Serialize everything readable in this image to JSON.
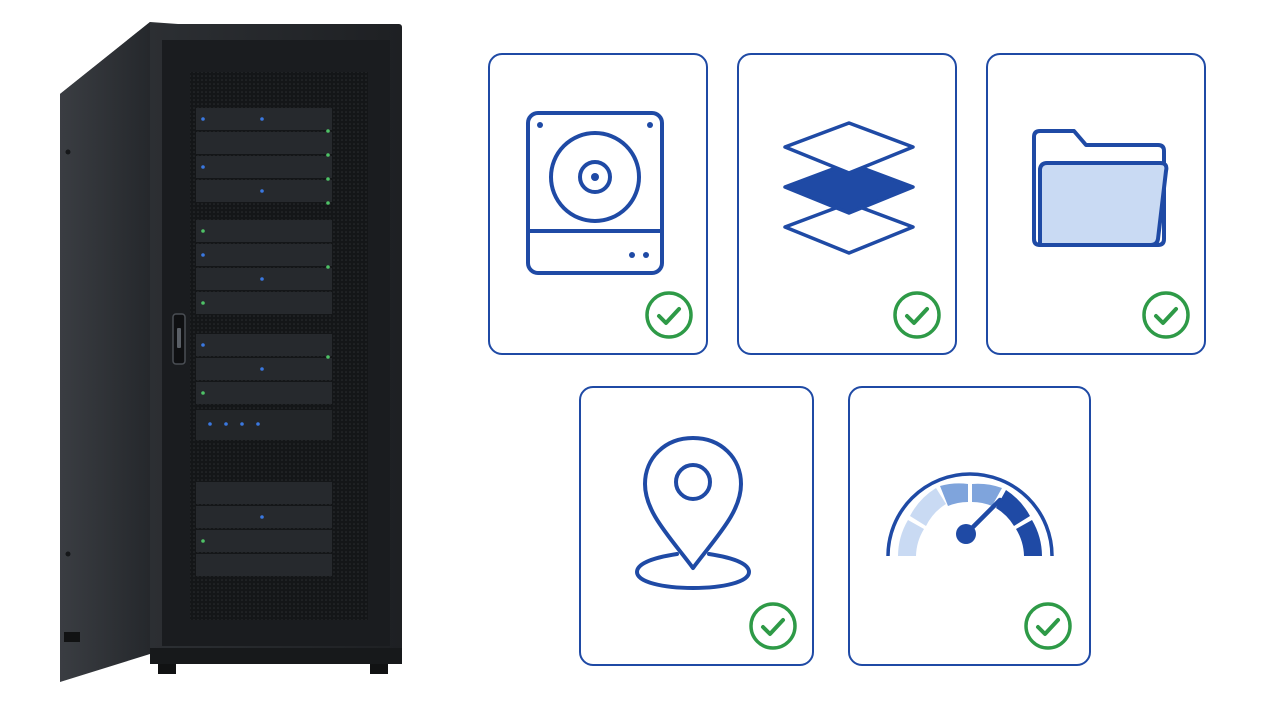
{
  "scene": {
    "rack": {
      "name": "server-rack"
    },
    "colors": {
      "accent": "#1f4aa5",
      "accent_light": "#c9daf3",
      "accent_mid": "#7fa4dc",
      "success": "#2e9a47",
      "rack_body": "#2a2d31"
    },
    "cards": [
      {
        "icon": "hard-drive-icon",
        "status": "checked"
      },
      {
        "icon": "layers-icon",
        "status": "checked"
      },
      {
        "icon": "folder-icon",
        "status": "checked"
      },
      {
        "icon": "location-pin-icon",
        "status": "checked"
      },
      {
        "icon": "speedometer-icon",
        "status": "checked"
      }
    ]
  }
}
